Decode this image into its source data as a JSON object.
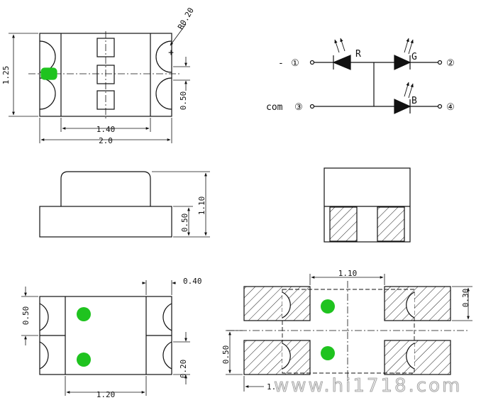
{
  "colors": {
    "line": "#111111",
    "led_green": "#1fc31f",
    "hatch": "#222222"
  },
  "top_view": {
    "dim_height": "1.25",
    "dim_radius": "R0.20",
    "dim_pitch": "0.50",
    "dim_inner_width": "1.40",
    "dim_width": "2.0",
    "plus_mark": "+"
  },
  "schematic": {
    "pin1": "①",
    "pin2": "②",
    "pin3": "③",
    "pin4": "④",
    "minus": "-",
    "com": "com",
    "led_r": "R",
    "led_g": "G",
    "led_b": "B"
  },
  "side_view": {
    "dim_total": "1.10",
    "dim_base": "0.50"
  },
  "bottom_view": {
    "dim_pad_width": "0.40",
    "dim_pitch": "0.50",
    "dim_pad_height": "0.20",
    "dim_width": "1.20"
  },
  "footprint": {
    "dim_gap": "1.10",
    "dim_pad_height": "0.30",
    "dim_pitch": "0.50",
    "dim_partial": "1."
  },
  "watermark": "www.hi1718.com"
}
